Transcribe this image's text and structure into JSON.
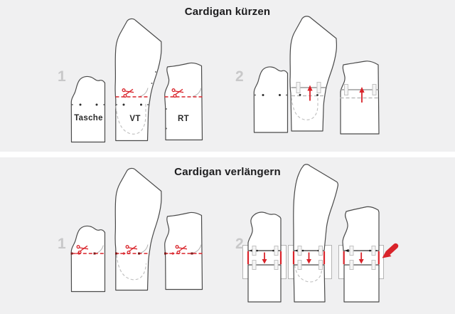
{
  "colors": {
    "panel_bg": "#f0f0f1",
    "accent_red": "#d9232a",
    "outline": "#4a4a4a",
    "step_number": "#c8c8c9",
    "title_text": "#1c1c1e",
    "gray_line": "#9b9b9b"
  },
  "panels": [
    {
      "title": "Cardigan kürzen",
      "steps": [
        {
          "number": "1",
          "pieces": [
            {
              "label": "Tasche"
            },
            {
              "label": "VT"
            },
            {
              "label": "RT"
            }
          ]
        },
        {
          "number": "2"
        }
      ]
    },
    {
      "title": "Cardigan verlängern",
      "steps": [
        {
          "number": "1"
        },
        {
          "number": "2"
        }
      ]
    }
  ],
  "icons": {
    "scissors": "scissors-icon",
    "arrow_up": "arrow-up-icon",
    "arrow_down": "arrow-down-icon",
    "marker": "marker-icon"
  }
}
